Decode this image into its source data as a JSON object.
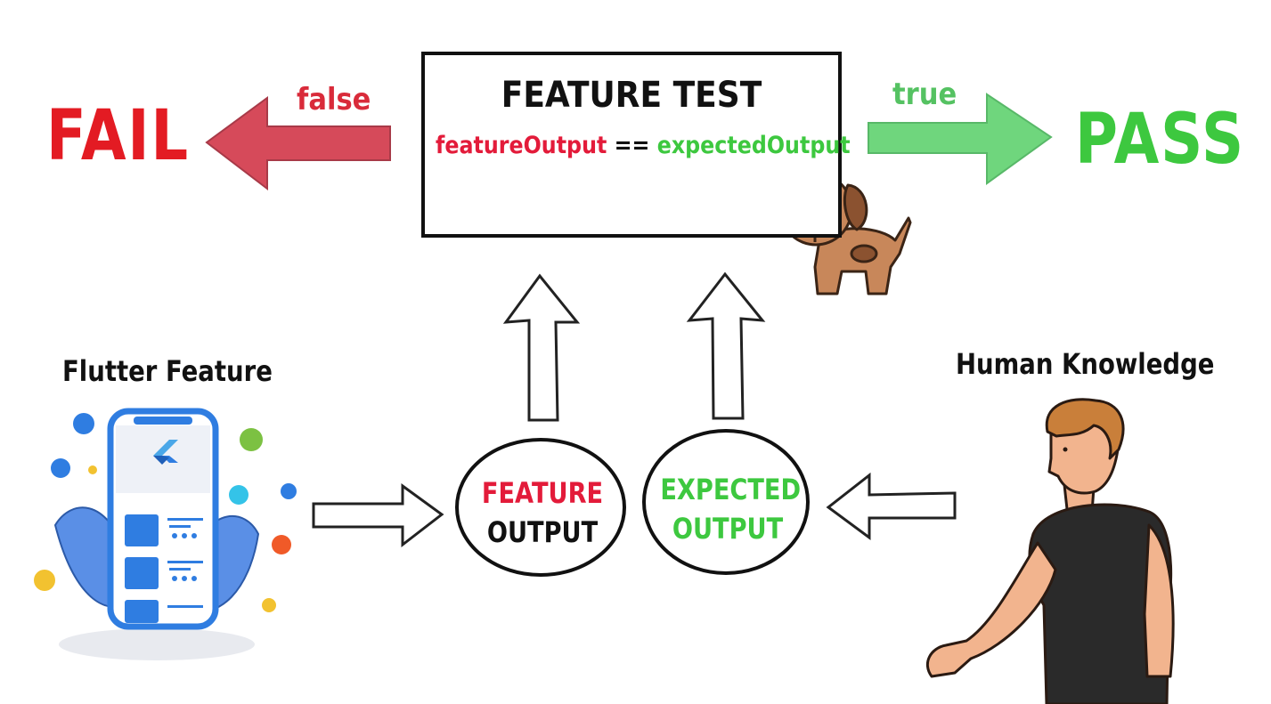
{
  "fail": {
    "label": "FAIL",
    "color": "#e31b23"
  },
  "pass": {
    "label": "PASS",
    "color": "#3dc83f"
  },
  "branches": {
    "false_label": "false",
    "true_label": "true"
  },
  "feature_test": {
    "title": "FEATURE TEST",
    "left_operand": "featureOutput",
    "operator": "==",
    "right_operand": "expectedOutput"
  },
  "nodes": {
    "feature_output": {
      "line1": "FEATURE",
      "line2": "OUTPUT"
    },
    "expected_output": {
      "line1": "EXPECTED",
      "line2": "OUTPUT"
    }
  },
  "sources": {
    "flutter_feature": "Flutter Feature",
    "human_knowledge": "Human Knowledge"
  },
  "colors": {
    "red_arrow": "#d64a5a",
    "green_arrow": "#6fd67d",
    "flutter_blue": "#2f7de1",
    "dog_brown": "#c8875a",
    "shirt": "#2a2a2a",
    "skin": "#f2b48e",
    "hair": "#c97f3a"
  },
  "icons": [
    "dog-icon",
    "phone-icon",
    "person-icon",
    "flutter-logo-icon"
  ]
}
